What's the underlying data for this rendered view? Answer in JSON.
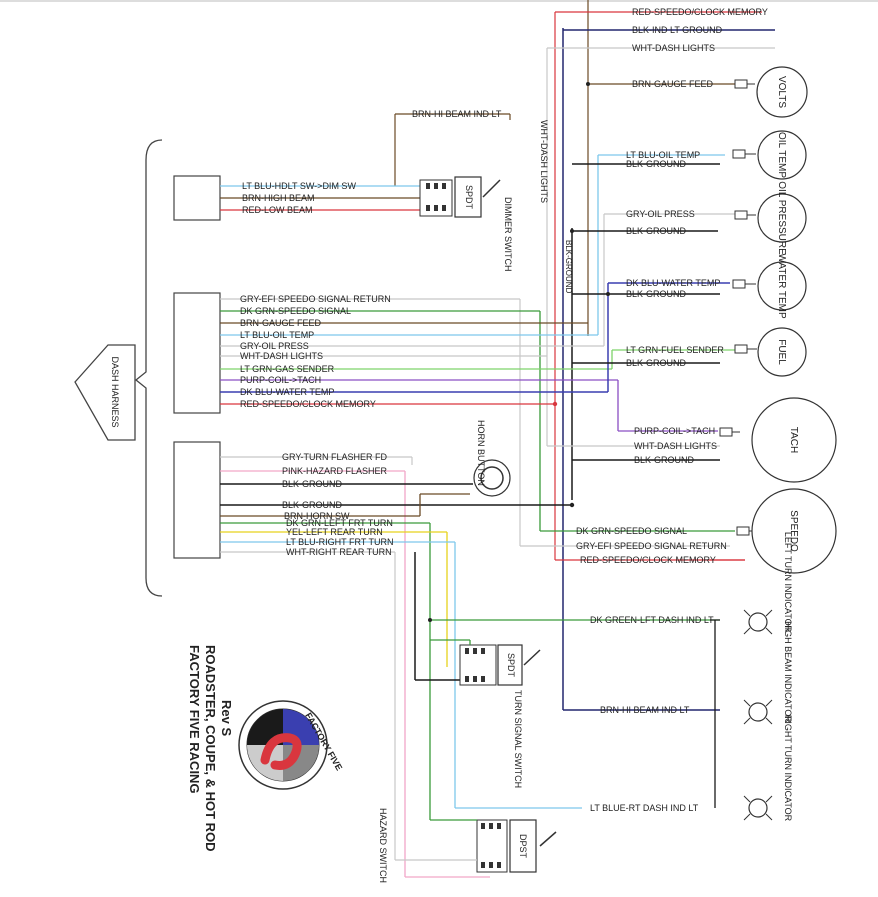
{
  "diagram": {
    "title_lines": [
      "FACTORY FIVE RACING",
      "ROADSTER, COUPE, & HOT ROD",
      "Rev S"
    ],
    "logo_text": "FACTORY FIVE",
    "harness_label": "DASH HARNESS",
    "gauges": [
      "VOLTS",
      "OIL TEMP",
      "OIL PRESSURE",
      "WATER TEMP",
      "FUEL",
      "TACH",
      "SPEEDO"
    ],
    "indicators": [
      "LEFT TURN INDICATOR",
      "HIGH BEAM INDICATOR",
      "RIGHT TURN INDICATOR"
    ],
    "switches": {
      "dimmer_box": "SPDT",
      "dimmer_label": "DIMMER SWITCH",
      "horn_label": "HORN BUTTON",
      "turn_box": "SPDT",
      "turn_label": "TURN SIGNAL SWITCH",
      "hazard_box": "DPST",
      "hazard_label": "HAZARD SWITCH"
    },
    "vertical_labels": {
      "wht_dash_lights": "WHT-DASH LIGHTS",
      "blk_ground": "BLK-GROUND"
    },
    "top_wires": [
      "RED-SPEEDO/CLOCK MEMORY",
      "BLK-IND LT GROUND",
      "WHT-DASH LIGHTS",
      "BRN-GAUGE FEED"
    ],
    "dimmer_wires": [
      "BRN-HI BEAM IND LT",
      "LT BLU-HDLT SW->DIM SW",
      "BRN-HIGH BEAM",
      "RED-LOW BEAM"
    ],
    "harness_wires": [
      "GRY-EFI SPEEDO SIGNAL RETURN",
      "DK GRN-SPEEDO SIGNAL",
      "BRN-GAUGE FEED",
      "LT BLU-OIL TEMP",
      "GRY-OIL PRESS",
      "WHT-DASH LIGHTS",
      "LT GRN-GAS SENDER",
      "PURP-COIL->TACH",
      "DK BLU-WATER TEMP",
      "RED-SPEEDO/CLOCK MEMORY"
    ],
    "lower_wires": [
      "GRY-TURN FLASHER FD",
      "PINK-HAZARD FLASHER",
      "BLK-GROUND",
      "BLK-GROUND",
      "BRN-HORN SW",
      "DK GRN-LEFT FRT TURN",
      "YEL-LEFT REAR TURN",
      "LT BLU-RIGHT FRT TURN",
      "WHT-RIGHT REAR TURN"
    ],
    "gauge_wires": [
      "LT BLU-OIL TEMP",
      "BLK-GROUND",
      "GRY-OIL PRESS",
      "BLK-GROUND",
      "DK BLU-WATER TEMP",
      "BLK-GROUND",
      "LT GRN-FUEL SENDER",
      "BLK-GROUND",
      "PURP-COIL->TACH",
      "WHT-DASH LIGHTS",
      "BLK-GROUND",
      "DK GRN-SPEEDO SIGNAL",
      "GRY-EFI SPEEDO SIGNAL RETURN",
      "RED-SPEEDO/CLOCK MEMORY"
    ],
    "indicator_wires": [
      "DK GREEN-LFT DASH IND LT",
      "BRN-HI BEAM IND LT",
      "LT BLUE-RT DASH IND LT"
    ],
    "colors": {
      "red": "#d9363e",
      "navy": "#22276e",
      "brown": "#6b4a26",
      "ltblue": "#7ec8ec",
      "green": "#3a9a3a",
      "ltgreen": "#7ed36a",
      "gray": "#b8b8b8",
      "purple": "#8a4fc4",
      "dkblue": "#3a3fb0",
      "pink": "#f2a6c8",
      "yellow": "#e6d21c",
      "black": "#1a1a1a"
    }
  }
}
